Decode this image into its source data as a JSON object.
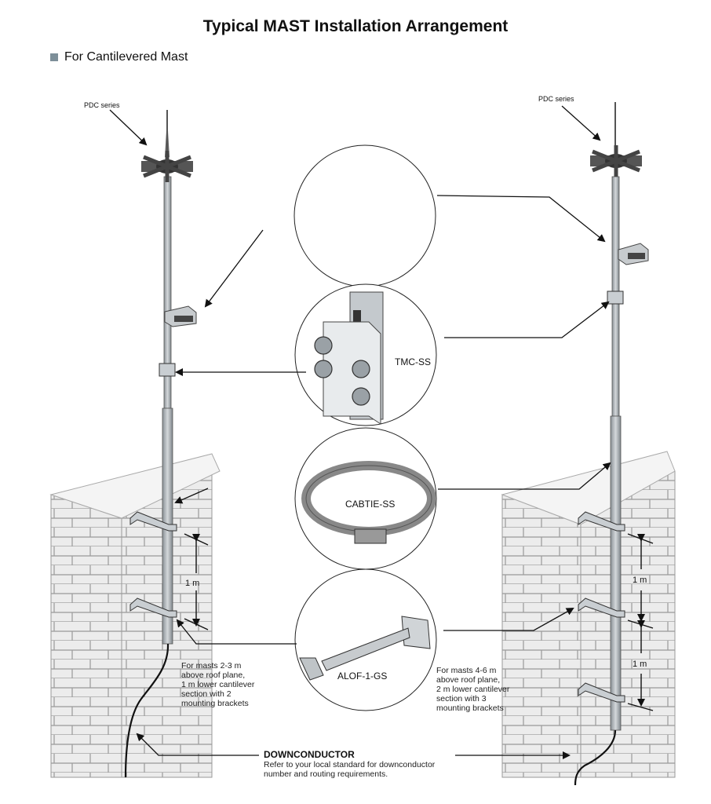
{
  "title": "Typical MAST Installation Arrangement",
  "subtitle": "For Cantilevered Mast",
  "labels": {
    "pdc_left": "PDC series",
    "pdc_right": "PDC series",
    "tmc": "TMC-SS",
    "cabtie": "CABTIE-SS",
    "alof": "ALOF-1-GS",
    "dim_left": "1 m",
    "dim_right_upper": "1 m",
    "dim_right_lower": "1 m"
  },
  "notes": {
    "left": [
      "For masts 2-3 m",
      "above roof plane,",
      "1 m lower cantilever",
      "section with 2",
      "mounting brackets"
    ],
    "right": [
      "For masts 4-6 m",
      "above roof plane,",
      "2 m lower cantilever",
      "section with 3",
      "mounting brackets"
    ]
  },
  "downconductor": {
    "title": "DOWNCONDUCTOR",
    "line1": "Refer to your local standard for downconductor",
    "line2": "number and routing requirements."
  },
  "colors": {
    "mast": "#b9bfc3",
    "brick": "#e6e6e6",
    "steel": "#c9ced2"
  }
}
